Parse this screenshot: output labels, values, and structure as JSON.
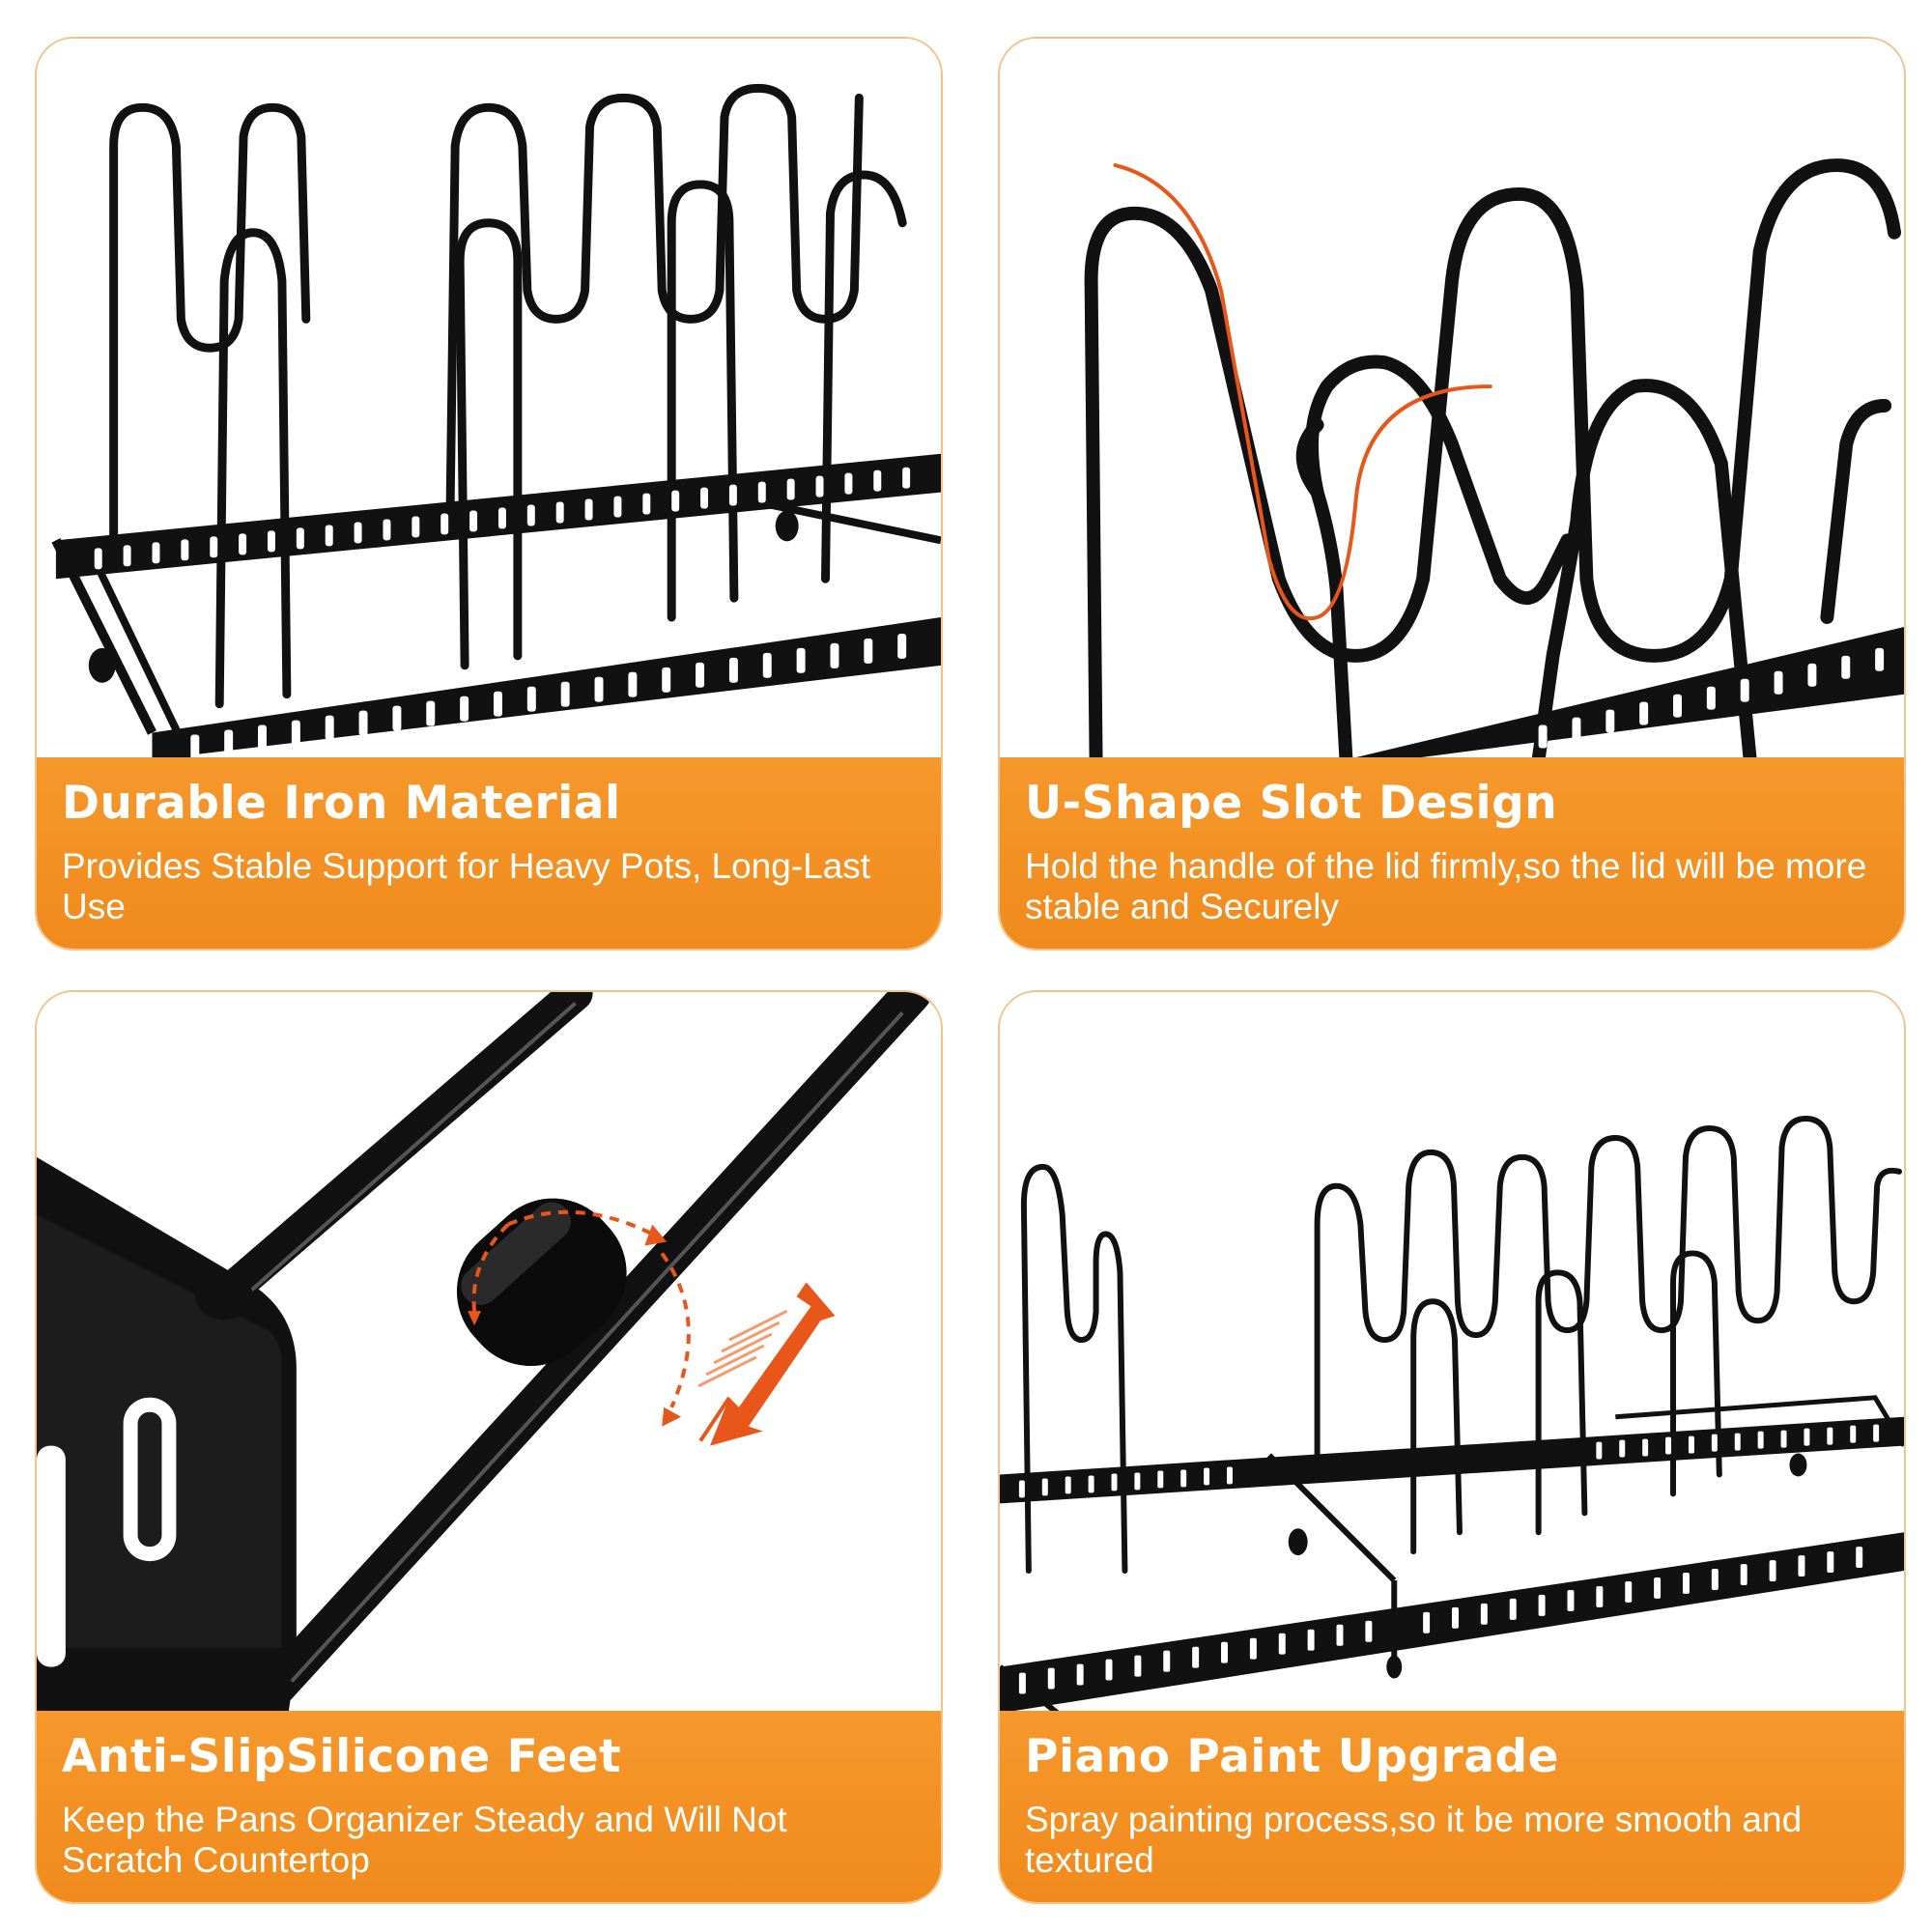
{
  "panels": [
    {
      "title": "Durable Iron Material",
      "description": "Provides Stable Support for Heavy Pots, Long-Last Use"
    },
    {
      "title": "U-Shape Slot Design",
      "description": "Hold the handle of the lid firmly,so the lid will be more stable and Securely"
    },
    {
      "title": "Anti-SlipSilicone Feet",
      "description": "Keep the Pans Organizer Steady and Will Not Scratch Countertop"
    },
    {
      "title": "Piano Paint Upgrade",
      "description": "Spray painting process,so it be more smooth and textured"
    }
  ],
  "colors": {
    "accent": "#f08a1c",
    "highlight_line": "#e8561a",
    "product": "#111111",
    "border": "#f3c48a"
  },
  "icons": [
    "rotate-arrows-icon",
    "extend-arrows-icon"
  ]
}
